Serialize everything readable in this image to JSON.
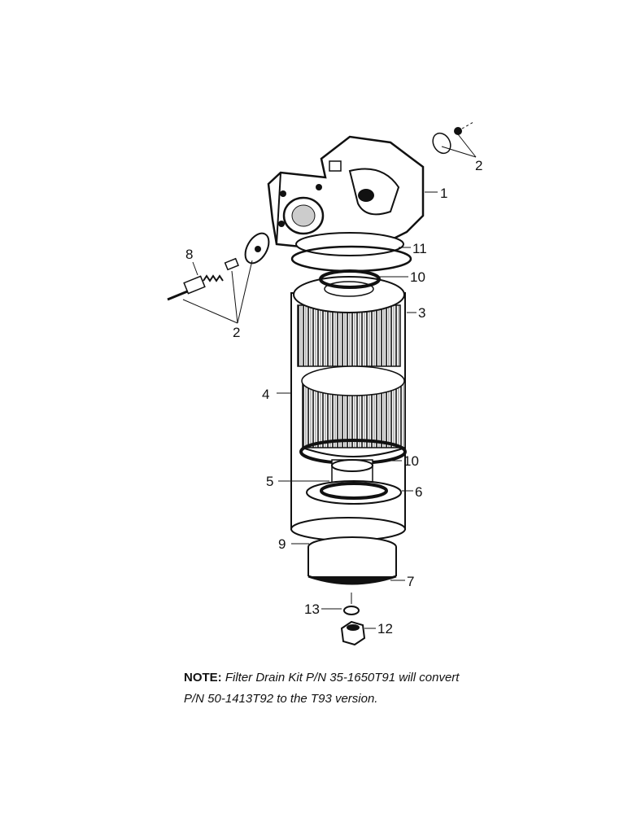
{
  "callouts": {
    "c1": "1",
    "c2_top": "2",
    "c2_left": "2",
    "c3": "3",
    "c4": "4",
    "c5": "5",
    "c6": "6",
    "c7": "7",
    "c8": "8",
    "c9": "9",
    "c10_top": "10",
    "c10_mid": "10",
    "c11": "11",
    "c12": "12",
    "c13": "13"
  },
  "note": {
    "label": "NOTE:",
    "line1": "Filter Drain Kit P/N 35-1650T91 will convert",
    "line2": "P/N 50-1413T92 to the T93 version."
  }
}
